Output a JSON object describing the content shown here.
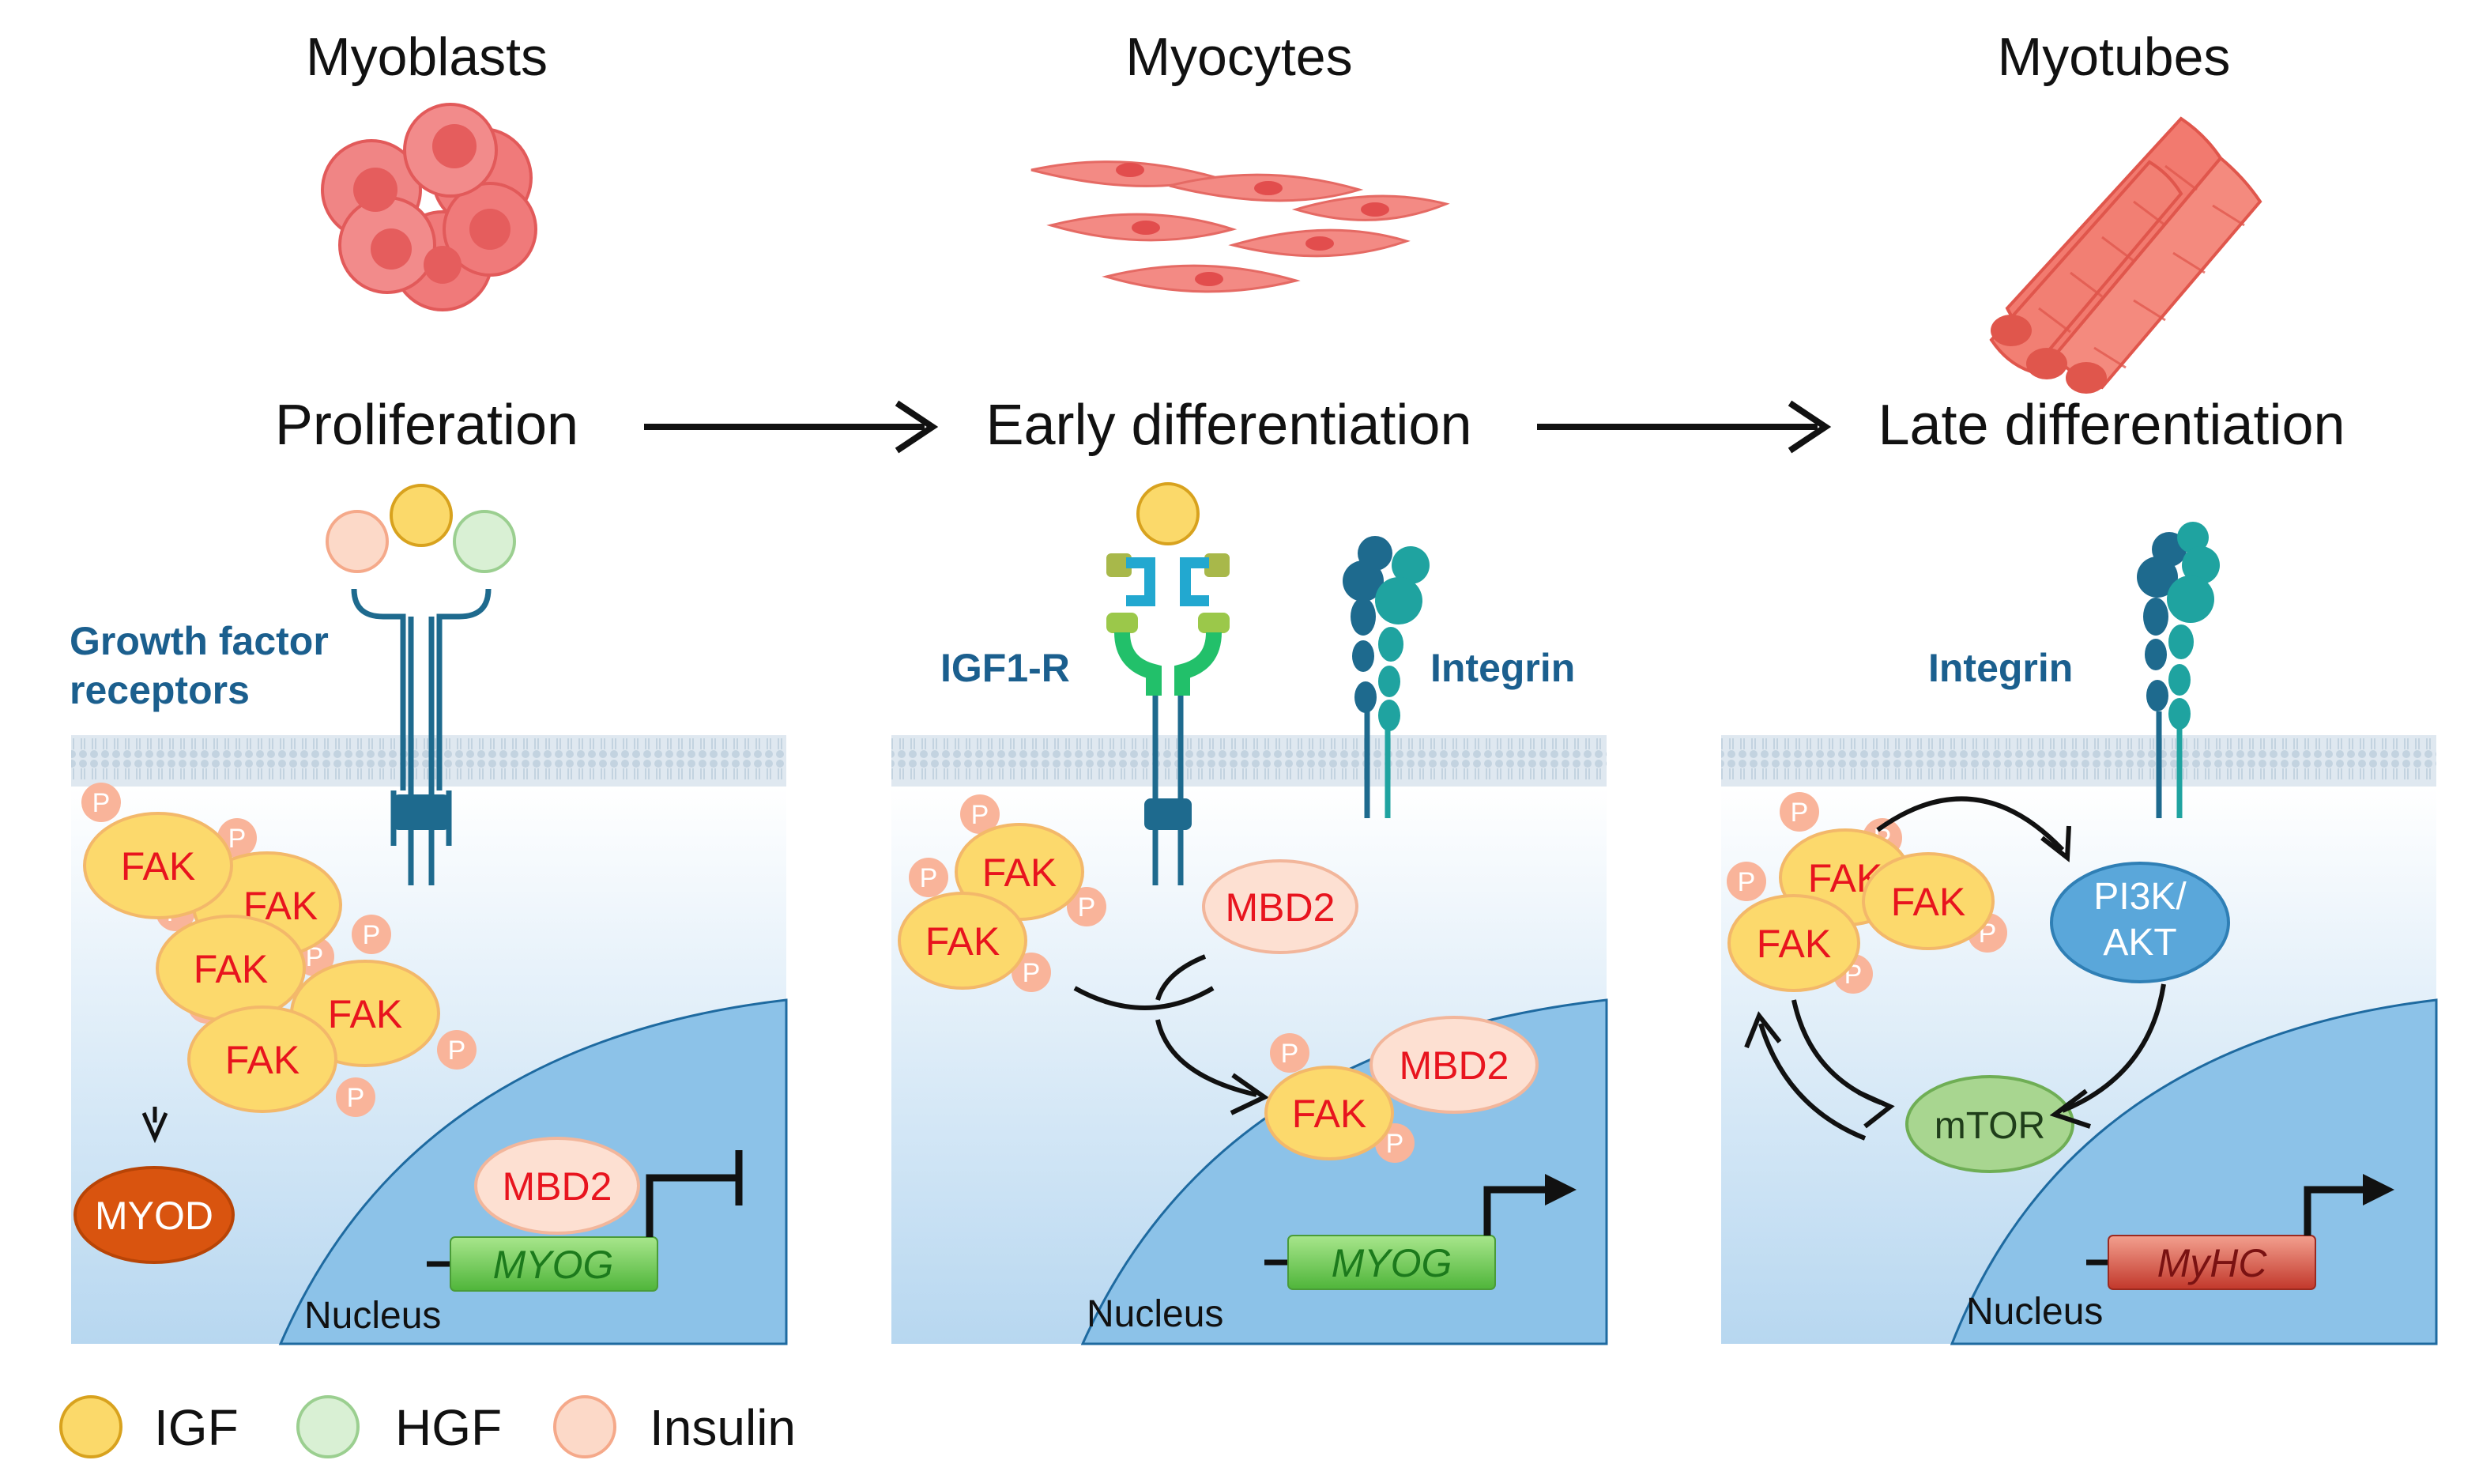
{
  "stages": [
    "Myoblasts",
    "Myocytes",
    "Myotubes"
  ],
  "processes": [
    "Proliferation",
    "Early differentiation",
    "Late differentiation"
  ],
  "panel1": {
    "receptor_label_line1": "Growth factor",
    "receptor_label_line2": "receptors",
    "fak": "FAK",
    "phospho": "P",
    "myod": "MYOD",
    "mbd2": "MBD2",
    "gene": "MYOG",
    "nucleus": "Nucleus"
  },
  "panel2": {
    "igf1r_label": "IGF1-R",
    "integrin_label": "Integrin",
    "fak": "FAK",
    "phospho": "P",
    "mbd2": "MBD2",
    "gene": "MYOG",
    "nucleus": "Nucleus"
  },
  "panel3": {
    "integrin_label": "Integrin",
    "fak": "FAK",
    "phospho": "P",
    "pi3k_line1": "PI3K/",
    "pi3k_line2": "AKT",
    "mtor": "mTOR",
    "gene": "MyHC",
    "nucleus": "Nucleus"
  },
  "legend": [
    {
      "label": "IGF",
      "color": "#fbd96a"
    },
    {
      "label": "HGF",
      "color": "#d9f0d4"
    },
    {
      "label": "Insulin",
      "color": "#fcd9c8"
    }
  ],
  "colors": {
    "fak_fill": "#fcd96c",
    "phospho_fill": "#f9b49a",
    "mbd2_fill": "#fde0d2",
    "myod_fill": "#d9540f",
    "nucleus_fill": "#8dc3e8",
    "cytoplasm_top": "#ffffff",
    "cytoplasm_bottom": "#b9d9f1",
    "membrane": "#c9d9e6",
    "receptor": "#1e6a8e",
    "gene_fill": "#7fcf5c",
    "myhc_fill": "#d9473b",
    "mtor_fill": "#a8d690",
    "pi3k_fill": "#5aa7da",
    "cell_pink": "#f17b7b"
  }
}
